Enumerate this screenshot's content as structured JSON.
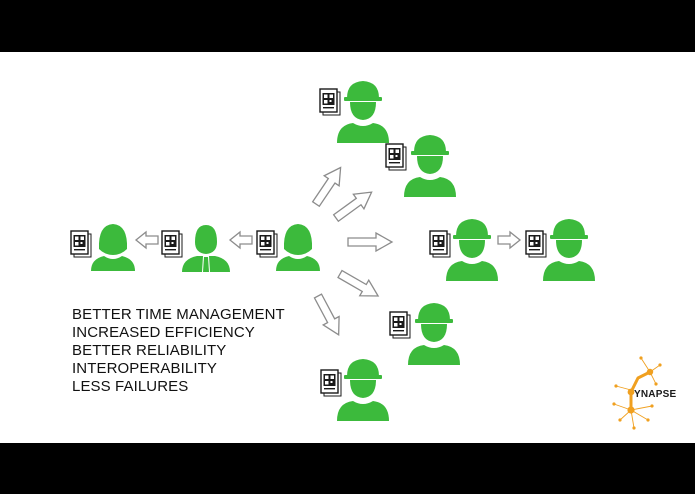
{
  "colors": {
    "figure": "#3cba3c",
    "document": "#1a1a1a",
    "arrow_stroke": "#8c8c8c",
    "brand_orange": "#f0a020",
    "bars": "#000000"
  },
  "icons": {
    "worker": "hard-hat-worker-icon",
    "office_woman": "businesswoman-icon",
    "office_man": "businessman-icon",
    "document": "document-icon"
  },
  "benefits": [
    "BETTER TIME MANAGEMENT",
    "INCREASED EFFICIENCY",
    "BETTER RELIABILITY",
    "INTEROPERABILITY",
    "LESS FAILURES"
  ],
  "brand": {
    "name": "YNAPSE"
  },
  "nodes": [
    {
      "id": "worker-top",
      "type": "worker"
    },
    {
      "id": "worker-upper-right",
      "type": "worker"
    },
    {
      "id": "worker-middle",
      "type": "worker"
    },
    {
      "id": "worker-far-right",
      "type": "worker"
    },
    {
      "id": "worker-lower-right",
      "type": "worker"
    },
    {
      "id": "worker-bottom",
      "type": "worker"
    },
    {
      "id": "woman-center",
      "type": "office_woman"
    },
    {
      "id": "man-middle",
      "type": "office_man"
    },
    {
      "id": "woman-left",
      "type": "office_woman"
    }
  ]
}
